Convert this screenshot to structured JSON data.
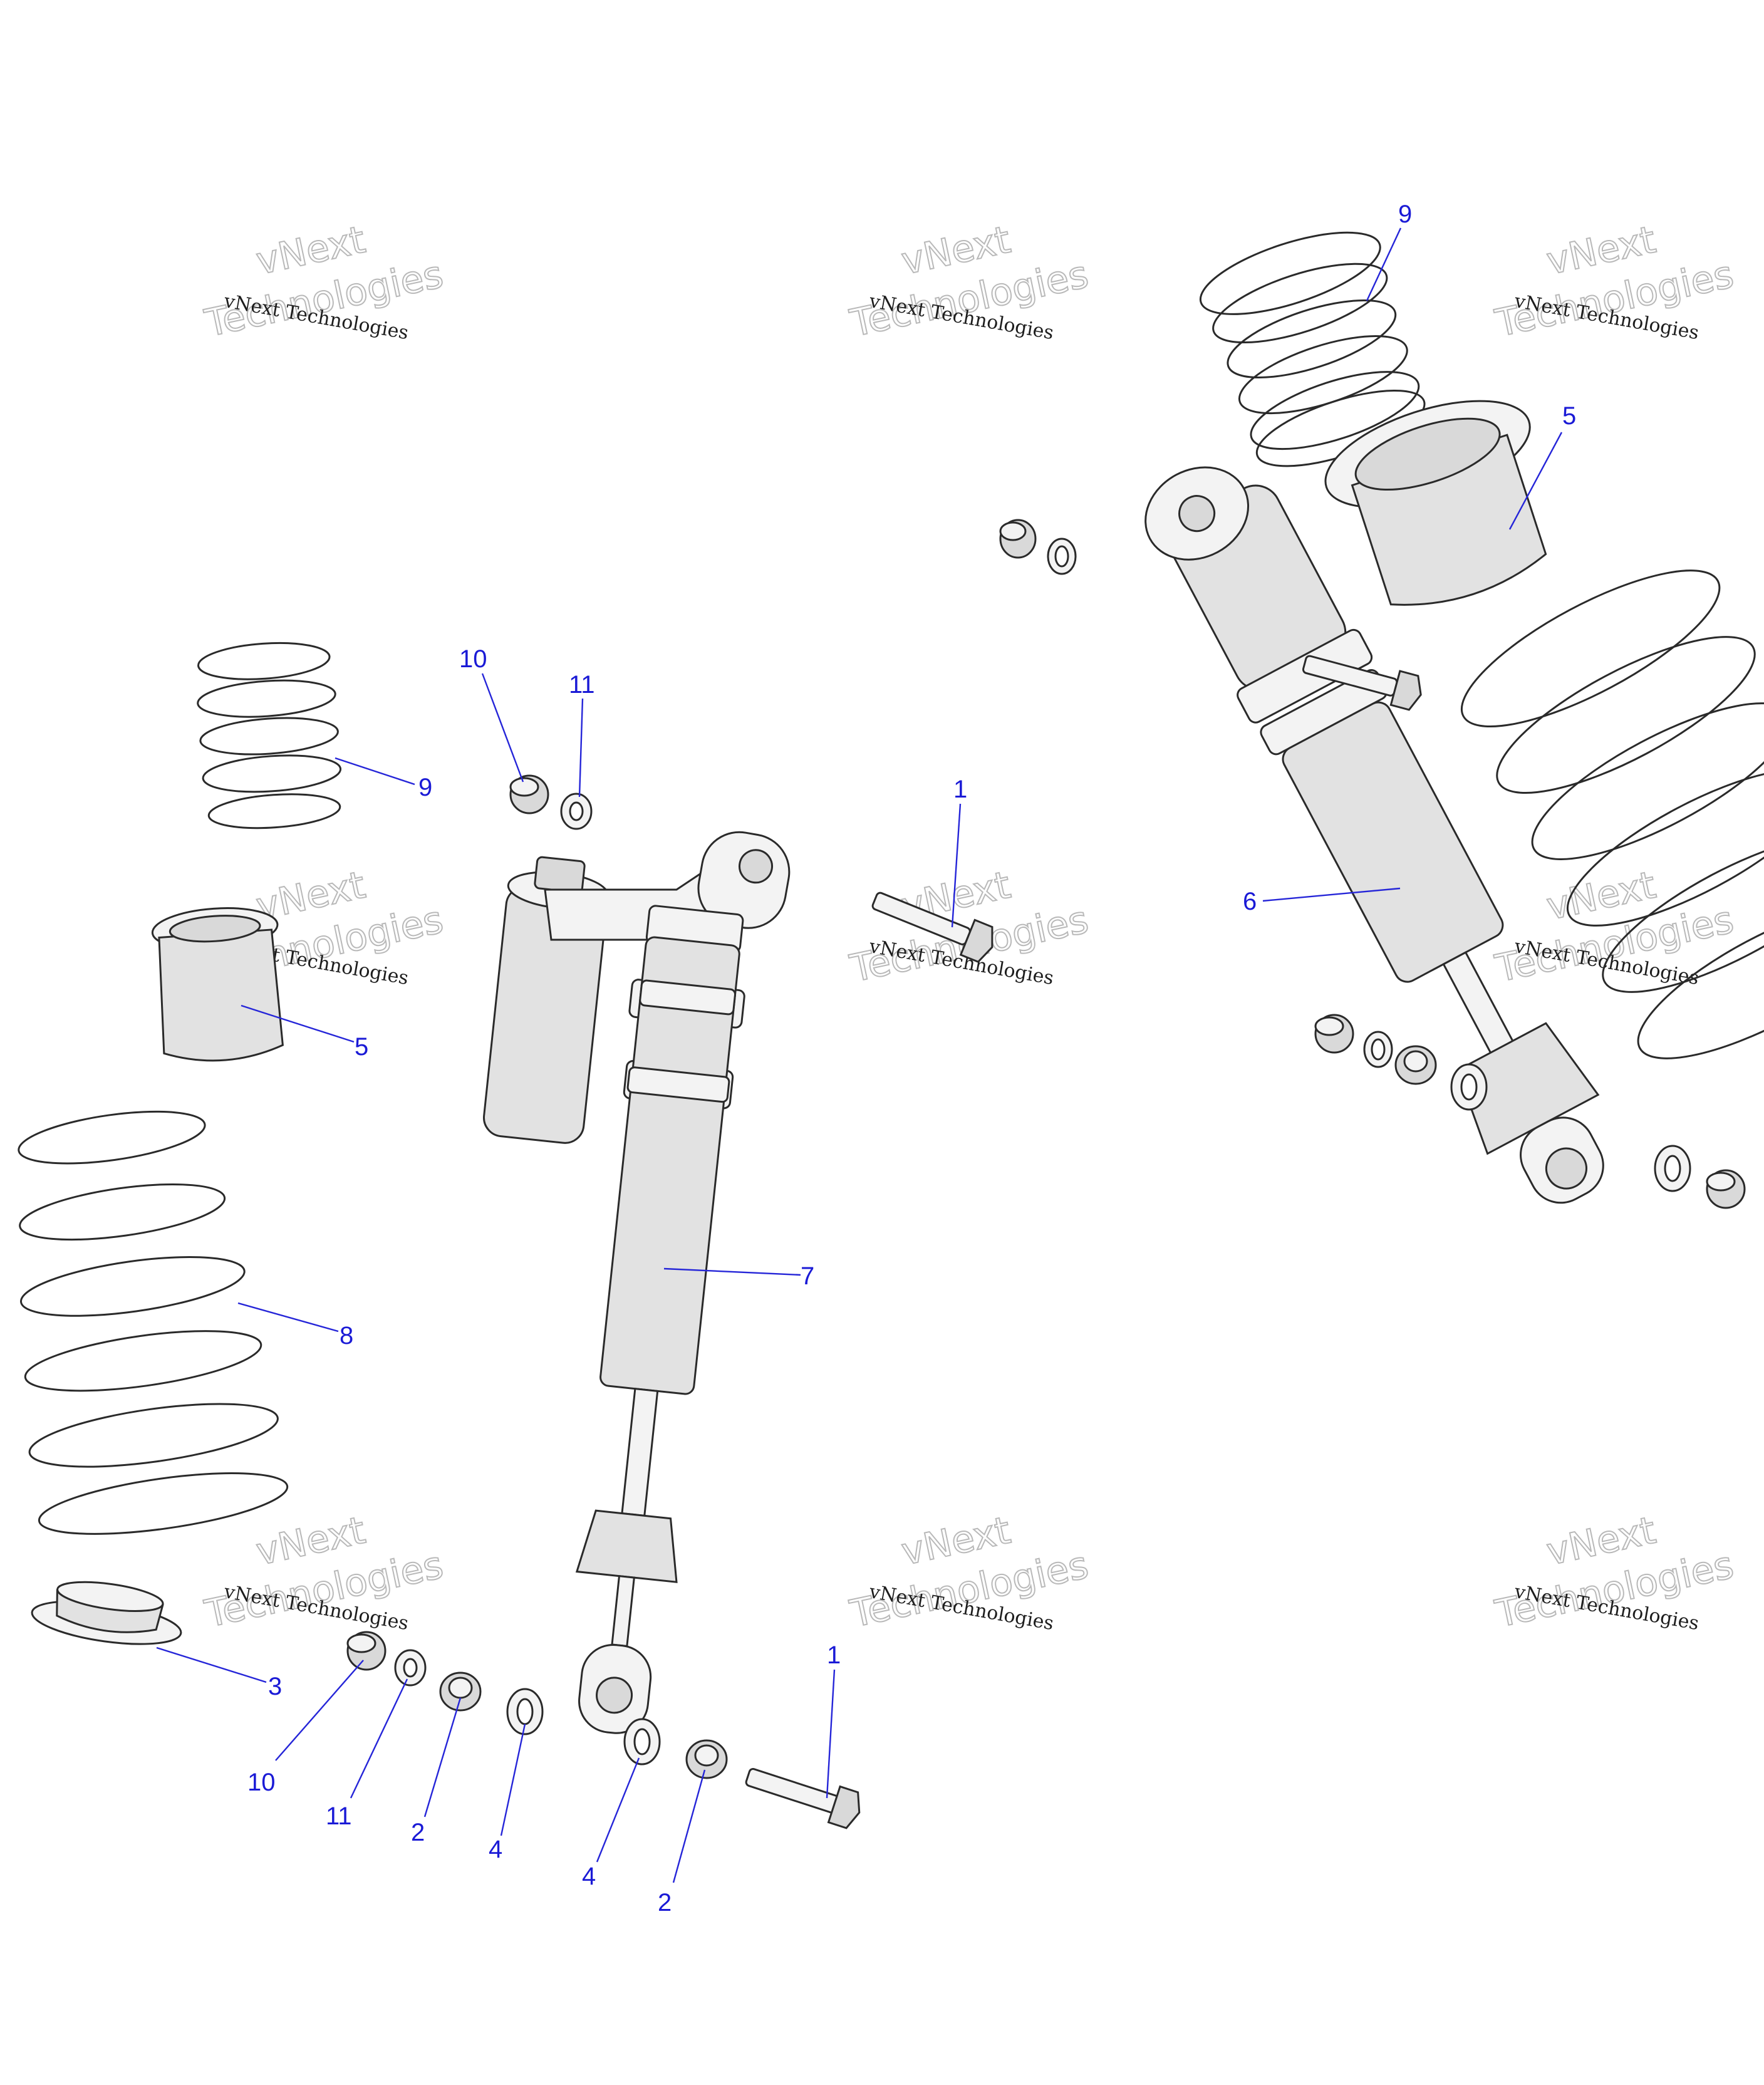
{
  "watermark": {
    "line1": "vNext Technologies",
    "line2a": "vNext",
    "line2b": "Technologies"
  },
  "callouts": [
    {
      "id": "c-9-right",
      "label": "9"
    },
    {
      "id": "c-5-right",
      "label": "5"
    },
    {
      "id": "c-6",
      "label": "6"
    },
    {
      "id": "c-10-top",
      "label": "10"
    },
    {
      "id": "c-11-top",
      "label": "11"
    },
    {
      "id": "c-9-left",
      "label": "9"
    },
    {
      "id": "c-1-top",
      "label": "1"
    },
    {
      "id": "c-5-left",
      "label": "5"
    },
    {
      "id": "c-7",
      "label": "7"
    },
    {
      "id": "c-8",
      "label": "8"
    },
    {
      "id": "c-3",
      "label": "3"
    },
    {
      "id": "c-1-bottom",
      "label": "1"
    },
    {
      "id": "c-10-bottom",
      "label": "10"
    },
    {
      "id": "c-11-bottom",
      "label": "11"
    },
    {
      "id": "c-2-left",
      "label": "2"
    },
    {
      "id": "c-4-left",
      "label": "4"
    },
    {
      "id": "c-4-right",
      "label": "4"
    },
    {
      "id": "c-2-right",
      "label": "2"
    }
  ],
  "colors": {
    "callout": "#1a1ad6",
    "leader": "#2525d8",
    "outline": "#2a2a2a"
  }
}
